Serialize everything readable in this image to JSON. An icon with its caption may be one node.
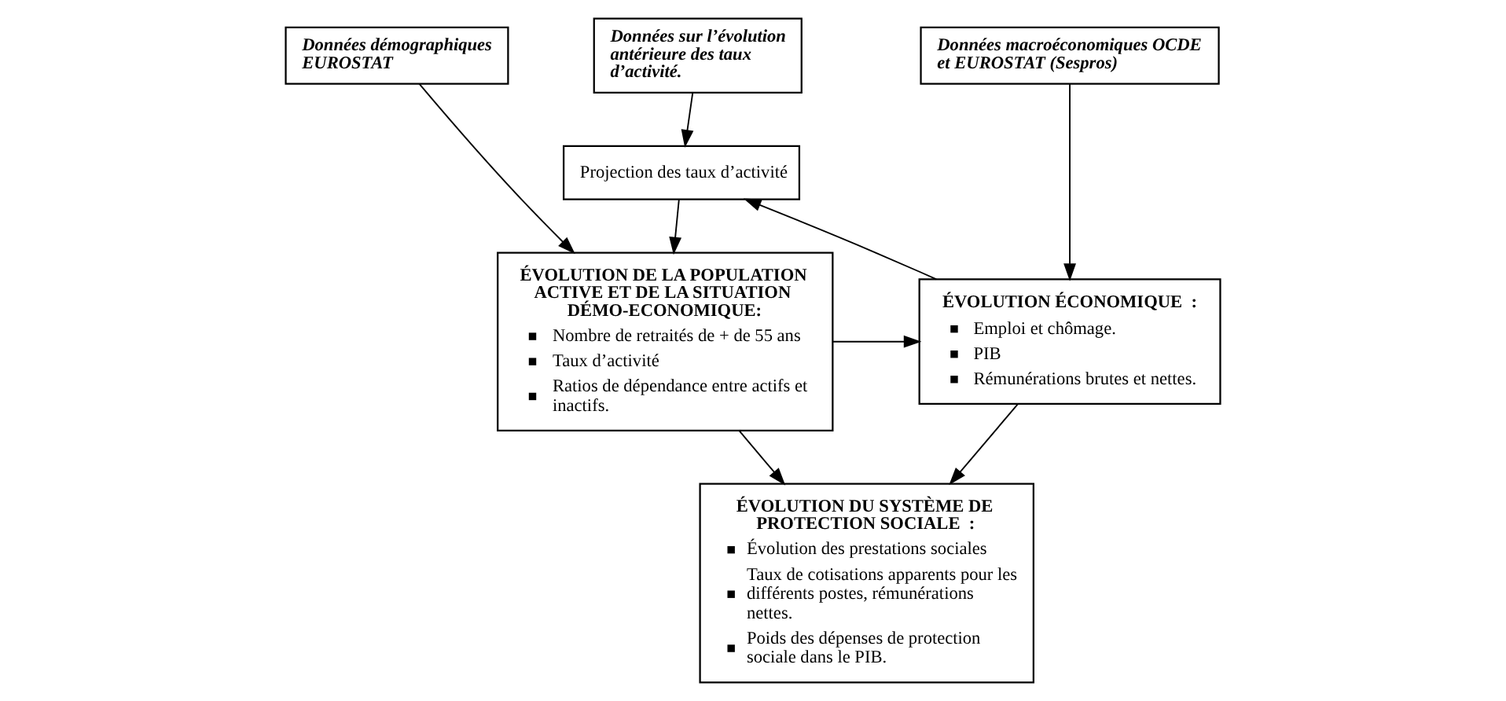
{
  "diagram": {
    "nodes": [
      {
        "text": [
          "Données démographiques EUROSTAT"
        ]
      },
      {
        "text": [
          "Données sur l’évolution antérieure des taux d’activité."
        ]
      },
      {
        "text": [
          "Données macroéconomiques OCDE et EUROSTAT (Sespros)"
        ]
      },
      {
        "text": [
          "Projection des taux d’activité"
        ]
      },
      {
        "text": [
          "ÉVOLUTION DE LA POPULATION ACTIVE ET DE LA SITUATION DÉMO-ECONOMIQUE:",
          "Nombre de retraités de + de 55 ans",
          "Taux d’activité",
          "Ratios de dépendance entre actifs et inactifs."
        ]
      },
      {
        "text": [
          "ÉVOLUTION ÉCONOMIQUE  :",
          "Emploi et chômage.",
          "PIB",
          "Rémunérations brutes et nettes."
        ]
      },
      {
        "text": [
          "ÉVOLUTION DU SYSTÈME DE PROTECTION SOCIALE  :",
          "Évolution des prestations sociales",
          "Taux de cotisations apparents pour les différents postes, rémunérations nettes.",
          "Poids des dépenses de protection sociale dans le PIB."
        ]
      }
    ],
    "edges": [
      {
        "from": 0,
        "to": 4,
        "arrow": "to"
      },
      {
        "from": 1,
        "to": 3,
        "arrow": "to"
      },
      {
        "from": 2,
        "to": 5,
        "arrow": "to"
      },
      {
        "from": 3,
        "to": 4,
        "arrow": "to"
      },
      {
        "from": 5,
        "to": 3,
        "arrow": "to"
      },
      {
        "from": 4,
        "to": 5,
        "arrow": "to"
      },
      {
        "from": 4,
        "to": 6,
        "arrow": "to"
      },
      {
        "from": 5,
        "to": 6,
        "arrow": "to"
      }
    ]
  }
}
